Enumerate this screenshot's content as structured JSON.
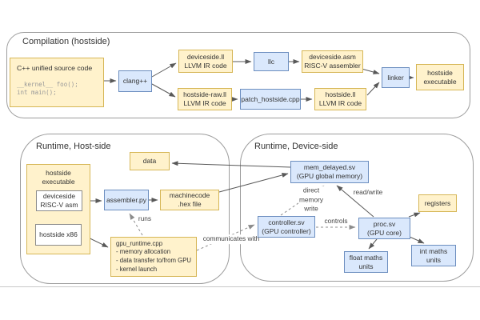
{
  "colors": {
    "yellow_fill": "#FFF2CC",
    "yellow_border": "#D6B656",
    "blue_fill": "#DAE8FC",
    "blue_border": "#6C8EBF",
    "arrow": "#595959",
    "dashed_arrow": "#999999"
  },
  "compilation": {
    "title": "Compilation (hostside)",
    "cpp_title": "C++ unified source code",
    "cpp_code": [
      "__kernel__ foo();",
      "int main();"
    ],
    "clang": "clang++",
    "deviceside_ll": [
      "deviceside.ll",
      "LLVM IR code"
    ],
    "llc": "llc",
    "deviceside_asm": [
      "deviceside.asm",
      "RISC-V assembler"
    ],
    "hostside_raw": [
      "hostside-raw.ll",
      "LLVM IR code"
    ],
    "patch": "patch_hostside.cpp",
    "hostside_ll": [
      "hostside.ll",
      "LLVM IR code"
    ],
    "linker": "linker",
    "hostside_exec": [
      "hostside",
      "executable"
    ]
  },
  "runtime_host": {
    "title": "Runtime, Host-side",
    "data_box": "data",
    "exec_label": [
      "hostside",
      "executable"
    ],
    "deviceside_inner": [
      "deviceside",
      "RISC-V asm"
    ],
    "x86_inner": "hostside x86",
    "assembler": "assembler.py",
    "machinecode": [
      "machinecode",
      ".hex file"
    ],
    "gpu_runtime": [
      "gpu_runtime.cpp",
      "- memory allocation",
      "- data transfer to/from GPU",
      "- kernel launch"
    ],
    "labels": {
      "runs": "runs",
      "communicates": "communicates with"
    }
  },
  "runtime_device": {
    "title": "Runtime, Device-side",
    "mem_delayed": [
      "mem_delayed.sv",
      "(GPU global memory)"
    ],
    "registers": "registers",
    "controller": [
      "controller.sv",
      "(GPU controller)"
    ],
    "proc": [
      "proc.sv",
      "(GPU core)"
    ],
    "float_units": [
      "float maths",
      "units"
    ],
    "int_units": [
      "int maths",
      "units"
    ],
    "labels": {
      "direct_memory_write": [
        "direct",
        "memory",
        "write"
      ],
      "read_write": "read/write",
      "controls": "controls"
    }
  }
}
